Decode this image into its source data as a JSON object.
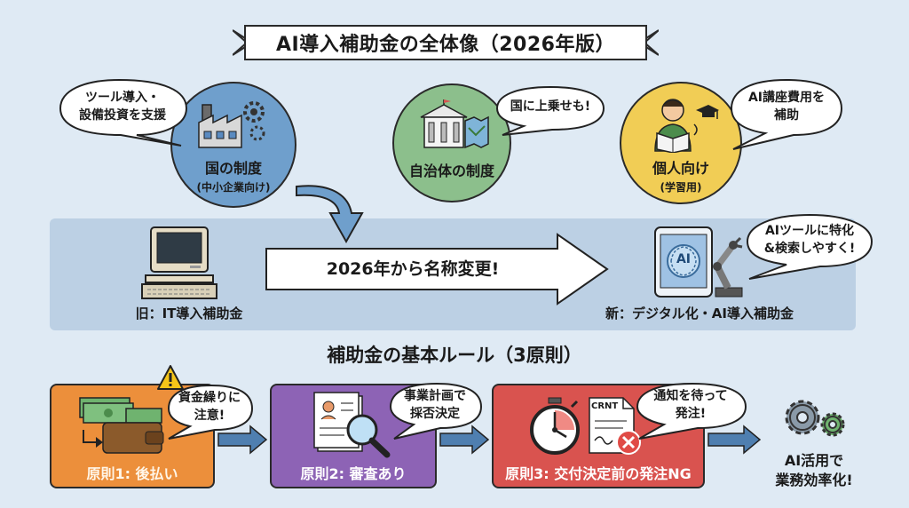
{
  "title": "AI導入補助金の全体像（2026年版）",
  "top_circles": [
    {
      "label": "国の制度",
      "sub": "(中小企業向け)",
      "bubble": [
        "ツール導入・",
        "設備投資を支援"
      ],
      "color": "#6f9fcc"
    },
    {
      "label": "自治体の制度",
      "sub": "",
      "bubble": [
        "国に上乗せも!"
      ],
      "color": "#8cbf8c"
    },
    {
      "label": "個人向け",
      "sub": "(学習用)",
      "bubble": [
        "AI講座費用を",
        "補助"
      ],
      "color": "#f1cd55"
    }
  ],
  "transition": {
    "old_label": "旧：IT導入補助金",
    "new_label": "新：デジタル化・AI導入補助金",
    "arrow_text": "2026年から名称変更!",
    "new_bubble": [
      "AIツールに特化",
      "&検索しやすく!"
    ],
    "ai_chip": "AI"
  },
  "rules_title": "補助金の基本ルール（3原則）",
  "rules": [
    {
      "label": "原則1: 後払い",
      "bubble": [
        "資金繰りに",
        "注意!"
      ],
      "color": "#ec8f3b"
    },
    {
      "label": "原則2: 審査あり",
      "bubble": [
        "事業計画で",
        "採否決定"
      ],
      "color": "#8d63b5"
    },
    {
      "label": "原則3: 交付決定前の発注NG",
      "bubble": [
        "通知を待って",
        "発注!"
      ],
      "color": "#d9534f"
    }
  ],
  "doc_text": "CRNT",
  "goal": [
    "AI活用で",
    "業務効率化!"
  ],
  "colors": {
    "band": "#bcd0e4",
    "background": "#dfeaf4"
  }
}
